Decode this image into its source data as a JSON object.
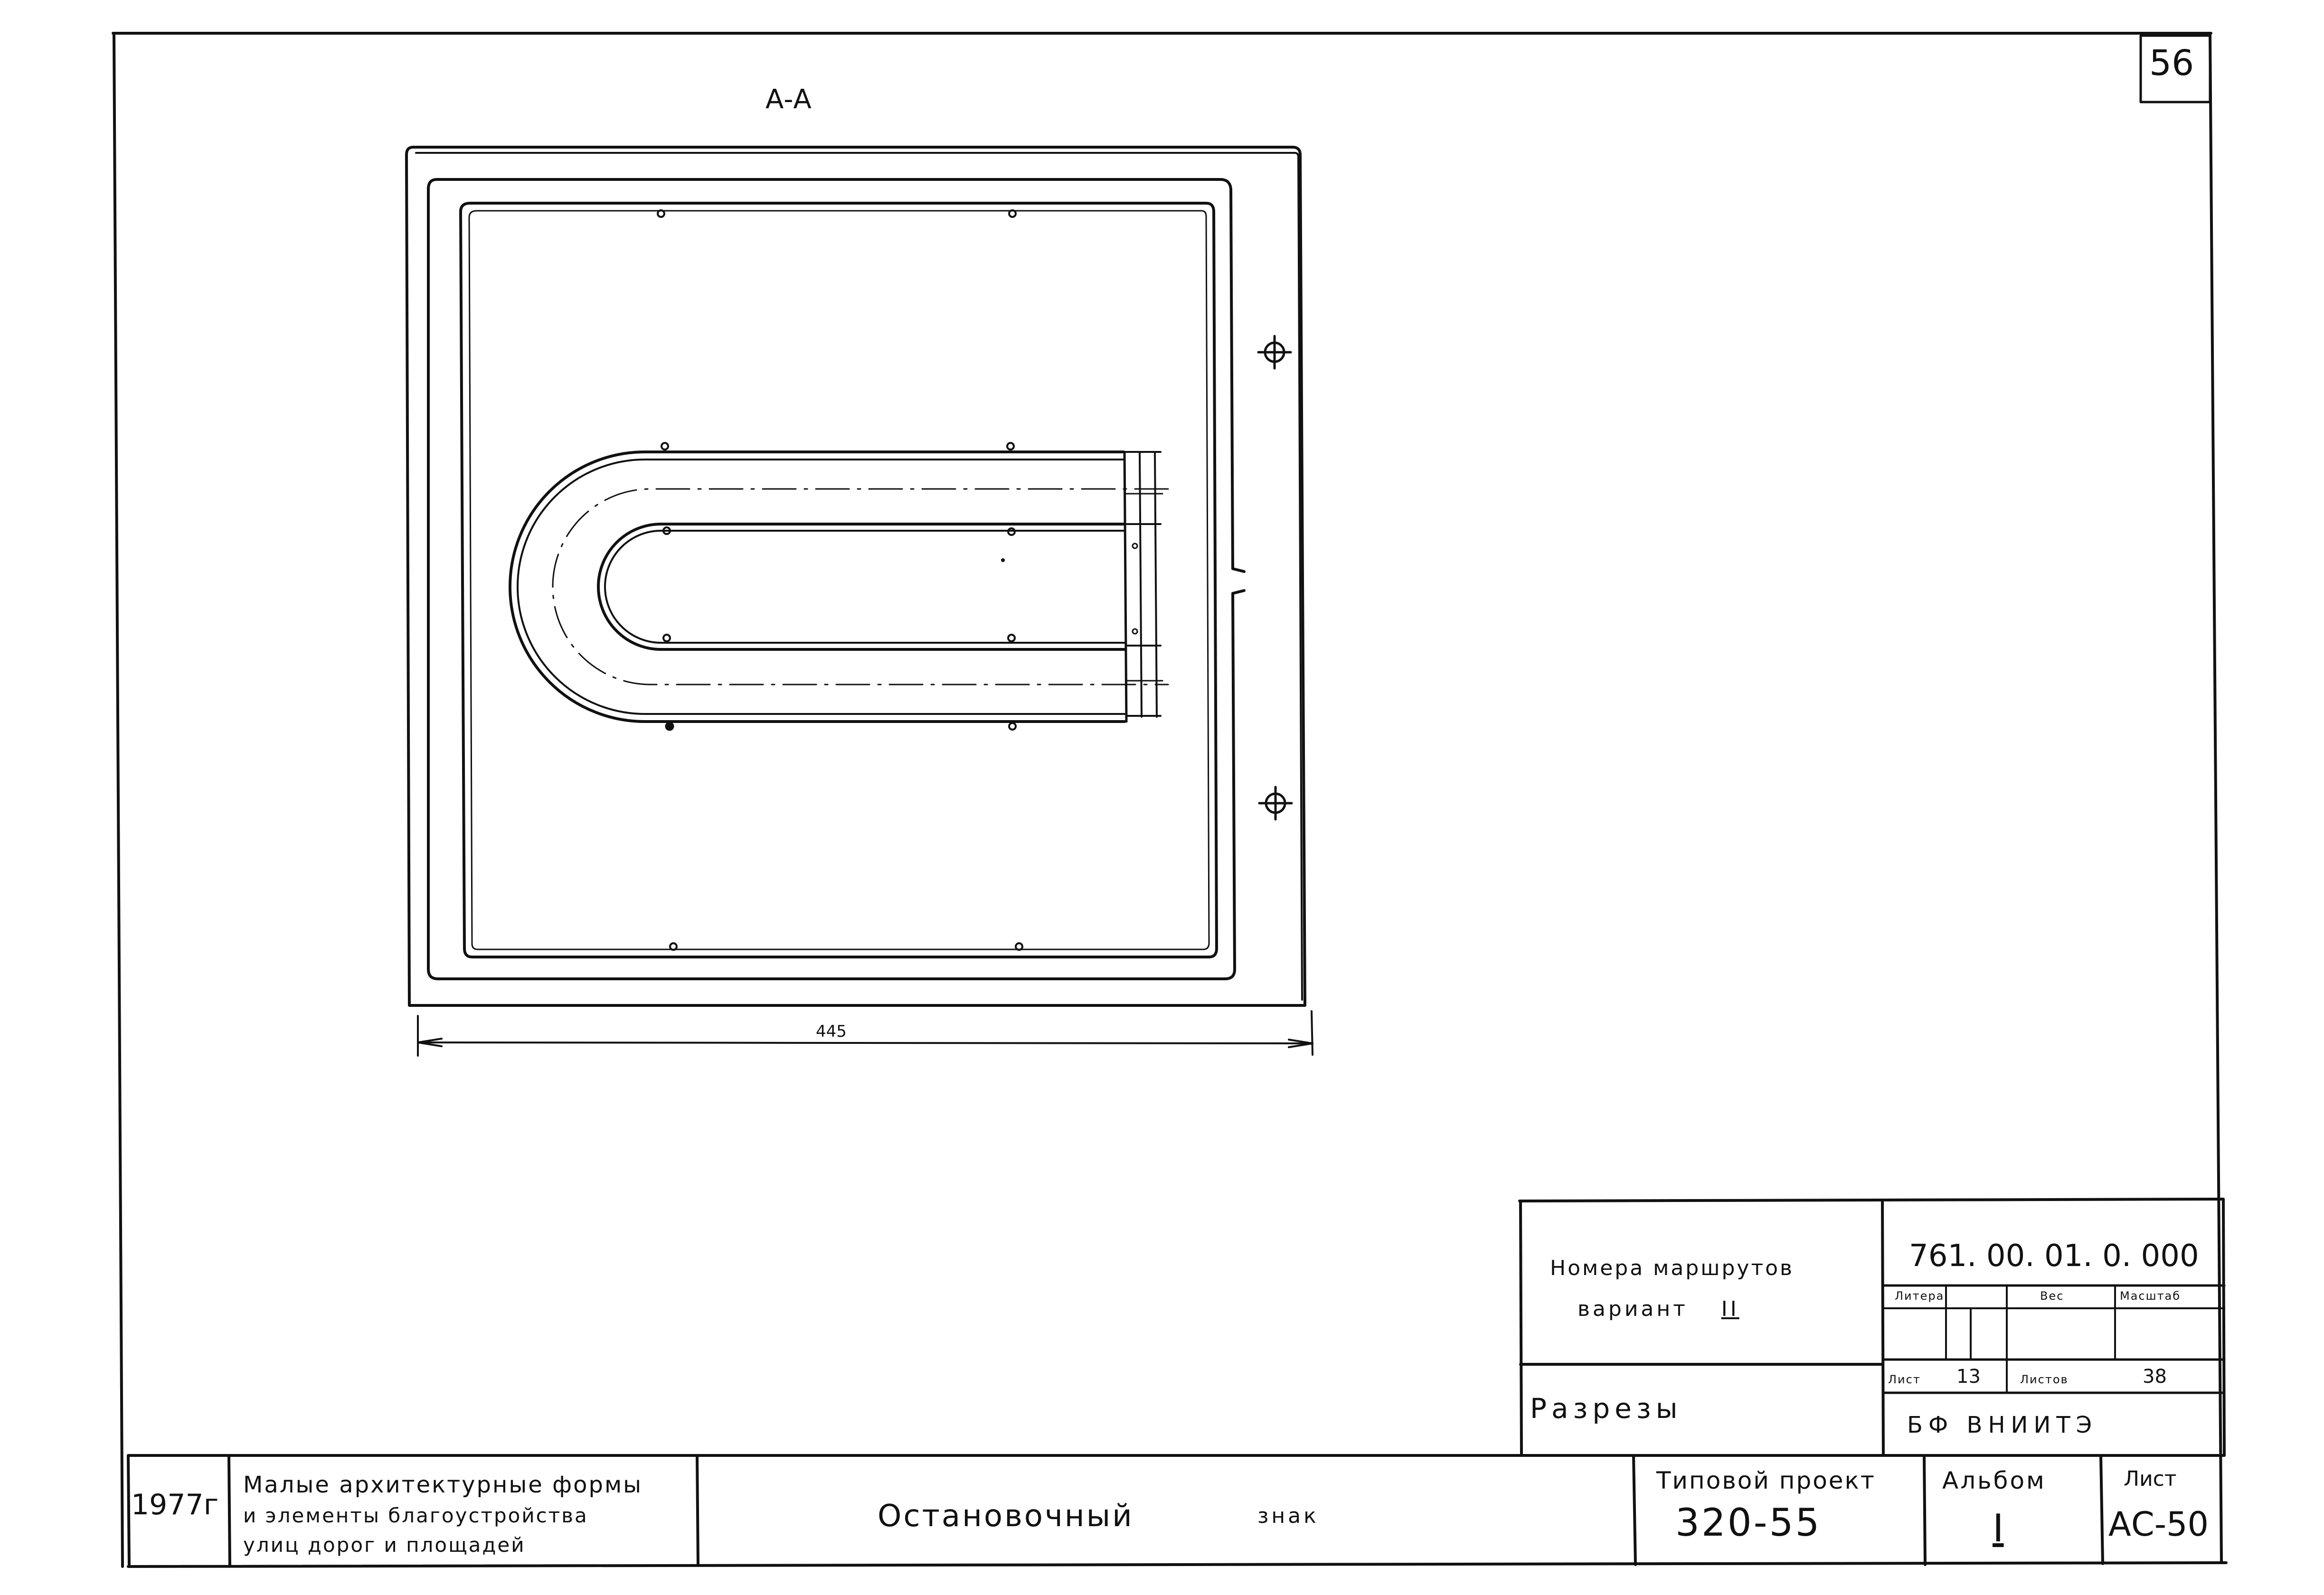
{
  "sheet_number": "56",
  "section_label": "А-А",
  "dimension": "445",
  "title_block": {
    "drawing_subject_line1": "Номера маршрутов",
    "drawing_subject_line2": "вариант",
    "variant_mark": "II",
    "drawing_code": "761. 00. 01. 0. 000",
    "col_litera": "Литера",
    "col_ves": "Вес",
    "col_masshtab": "Масштаб",
    "list_label": "Лист",
    "list_value": "13",
    "listov_label": "Листов",
    "listov_value": "38",
    "section_title": "Разрезы",
    "organization": "БФ ВНИИТЭ",
    "year": "1977г",
    "category_line1": "Малые архитектурные формы",
    "category_line2": "и элементы благоустройства",
    "category_line3": "улиц дорог и площадей",
    "product_word1": "Остановочный",
    "product_word2": "знак",
    "typical_project_label": "Типовой проект",
    "typical_project_value": "320-55",
    "album_label": "Альбом",
    "album_value": "I",
    "sheet_label": "Лист",
    "sheet_value": "АС-50"
  }
}
